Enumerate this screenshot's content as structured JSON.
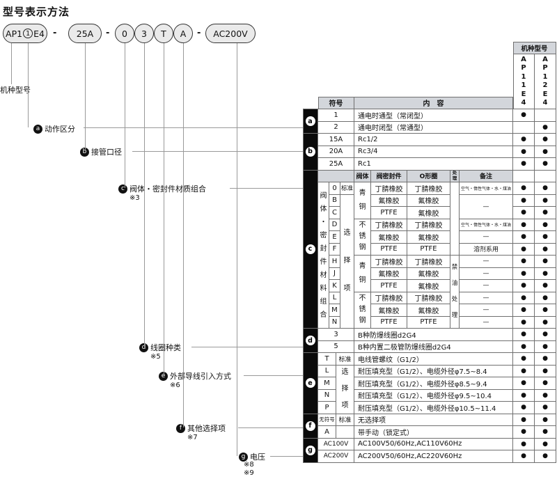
{
  "title": "型号表示方法",
  "model": {
    "separator": "-",
    "series_prefix": "AP1",
    "series_circled": "1",
    "series_suffix": "E4",
    "bore": "25A",
    "code_c": "0",
    "code_d": "3",
    "code_e": "T",
    "code_f": "A",
    "voltage": "AC200V"
  },
  "diagram_labels": {
    "machine_model": "机种型号",
    "a": {
      "letter": "a",
      "text": "动作区分"
    },
    "b": {
      "letter": "b",
      "text": "接管口径"
    },
    "c": {
      "letter": "c",
      "text": "阀体・密封件材质组合",
      "note": "※3"
    },
    "d": {
      "letter": "d",
      "text": "线圈种类",
      "note": "※5"
    },
    "e": {
      "letter": "e",
      "text": "外部导线引入方式",
      "note": "※6"
    },
    "f": {
      "letter": "f",
      "text": "其他选择项",
      "note": "※7"
    },
    "g": {
      "letter": "g",
      "text": "电压",
      "note1": "※8",
      "note2": "※9"
    }
  },
  "table": {
    "header": {
      "symbol": "符号",
      "content": "内　容",
      "machine_model": "机种型号",
      "model1": "AP11E4",
      "model2": "AP12E4"
    },
    "sections": [
      {
        "id": "a",
        "letter": "a",
        "rows": [
          {
            "sym": "1",
            "content": "通电时通型（常闭型）",
            "dots": [
              1,
              0
            ]
          },
          {
            "sym": "2",
            "content": "通电时闭型（常通型）",
            "dots": [
              0,
              1
            ]
          }
        ]
      },
      {
        "id": "b",
        "letter": "b",
        "rows": [
          {
            "sym": "15A",
            "content": "Rc1/2",
            "dots": [
              1,
              1
            ]
          },
          {
            "sym": "20A",
            "content": "Rc3/4",
            "dots": [
              1,
              1
            ]
          },
          {
            "sym": "25A",
            "content": "Rc1",
            "dots": [
              1,
              1
            ]
          }
        ]
      },
      {
        "id": "c",
        "letter": "c",
        "subheader": {
          "body": "阀体",
          "seal": "阀密封件",
          "oring": "O形圈",
          "treat": "处理",
          "remark": "备注"
        },
        "side_label": "阀体・密封件材料组合",
        "std_label": "标准",
        "sel_label": "选择项",
        "oil_free_label": "禁油处理",
        "body_groups": [
          {
            "text": "青铜",
            "from": 0,
            "span": 3
          },
          {
            "text": "不锈钢",
            "from": 3,
            "span": 3
          },
          {
            "text": "青铜",
            "from": 6,
            "span": 3
          },
          {
            "text": "不锈钢",
            "from": 9,
            "span": 3
          }
        ],
        "rows": [
          {
            "sym": "0",
            "seal": "丁腈橡胶",
            "oring": "丁腈橡胶",
            "remark": "空气・惰性气体・水・煤油",
            "small": true,
            "dots": [
              1,
              1
            ]
          },
          {
            "sym": "B",
            "seal": "氟橡胶",
            "oring": "氟橡胶",
            "remark": "—",
            "remark_span": 2,
            "dots": [
              1,
              1
            ]
          },
          {
            "sym": "C",
            "seal": "PTFE",
            "oring": "氟橡胶",
            "dots": [
              1,
              1
            ]
          },
          {
            "sym": "D",
            "seal": "丁腈橡胶",
            "oring": "丁腈橡胶",
            "remark": "空气・惰性气体・水・煤油",
            "small": true,
            "dots": [
              1,
              1
            ]
          },
          {
            "sym": "E",
            "seal": "氟橡胶",
            "oring": "氟橡胶",
            "remark": "—",
            "dots": [
              1,
              1
            ]
          },
          {
            "sym": "F",
            "seal": "PTFE",
            "oring": "PTFE",
            "remark": "溶剂系用",
            "dots": [
              1,
              1
            ]
          },
          {
            "sym": "H",
            "seal": "丁腈橡胶",
            "oring": "丁腈橡胶",
            "remark": "—",
            "dots": [
              1,
              1
            ]
          },
          {
            "sym": "J",
            "seal": "氟橡胶",
            "oring": "氟橡胶",
            "remark": "—",
            "dots": [
              1,
              1
            ]
          },
          {
            "sym": "K",
            "seal": "PTFE",
            "oring": "氟橡胶",
            "remark": "—",
            "dots": [
              1,
              1
            ]
          },
          {
            "sym": "L",
            "seal": "丁腈橡胶",
            "oring": "丁腈橡胶",
            "remark": "—",
            "dots": [
              1,
              1
            ]
          },
          {
            "sym": "M",
            "seal": "氟橡胶",
            "oring": "氟橡胶",
            "remark": "—",
            "dots": [
              1,
              1
            ]
          },
          {
            "sym": "N",
            "seal": "PTFE",
            "oring": "PTFE",
            "remark": "—",
            "dots": [
              1,
              1
            ]
          }
        ]
      },
      {
        "id": "d",
        "letter": "d",
        "rows": [
          {
            "sym": "3",
            "content": "B种防爆线圈d2G4",
            "dots": [
              1,
              1
            ]
          },
          {
            "sym": "5",
            "content": "B种内置二极管防爆线圈d2G4",
            "dots": [
              1,
              1
            ]
          }
        ]
      },
      {
        "id": "e",
        "letter": "e",
        "std_label": "标准",
        "sel_label": "选择项",
        "rows": [
          {
            "sym": "T",
            "content": "电线管螺纹（G1/2）",
            "dots": [
              1,
              1
            ]
          },
          {
            "sym": "L",
            "content": "耐压填充型（G1/2）、电缆外径φ7.5~8.4",
            "dots": [
              1,
              1
            ]
          },
          {
            "sym": "M",
            "content": "耐压填充型（G1/2）、电缆外径φ8.5~9.4",
            "dots": [
              1,
              1
            ]
          },
          {
            "sym": "N",
            "content": "耐压填充型（G1/2）、电缆外径φ9.5~10.4",
            "dots": [
              1,
              1
            ]
          },
          {
            "sym": "P",
            "content": "耐压填充型（G1/2）、电缆外径φ10.5~11.4",
            "dots": [
              1,
              1
            ]
          }
        ]
      },
      {
        "id": "f",
        "letter": "f",
        "rows": [
          {
            "sym": "无符号",
            "std_text": "标准",
            "content": "无选择项",
            "dots": [
              1,
              1
            ]
          },
          {
            "sym": "A",
            "std_text": "",
            "content": "带手动（锁定式）",
            "dots": [
              1,
              1
            ]
          }
        ]
      },
      {
        "id": "g",
        "letter": "g",
        "rows": [
          {
            "sym": "AC100V",
            "content": "AC100V50/60Hz,AC110V60Hz",
            "dots": [
              1,
              1
            ]
          },
          {
            "sym": "AC200V",
            "content": "AC200V50/60Hz,AC220V60Hz",
            "dots": [
              1,
              1
            ]
          }
        ]
      }
    ]
  }
}
